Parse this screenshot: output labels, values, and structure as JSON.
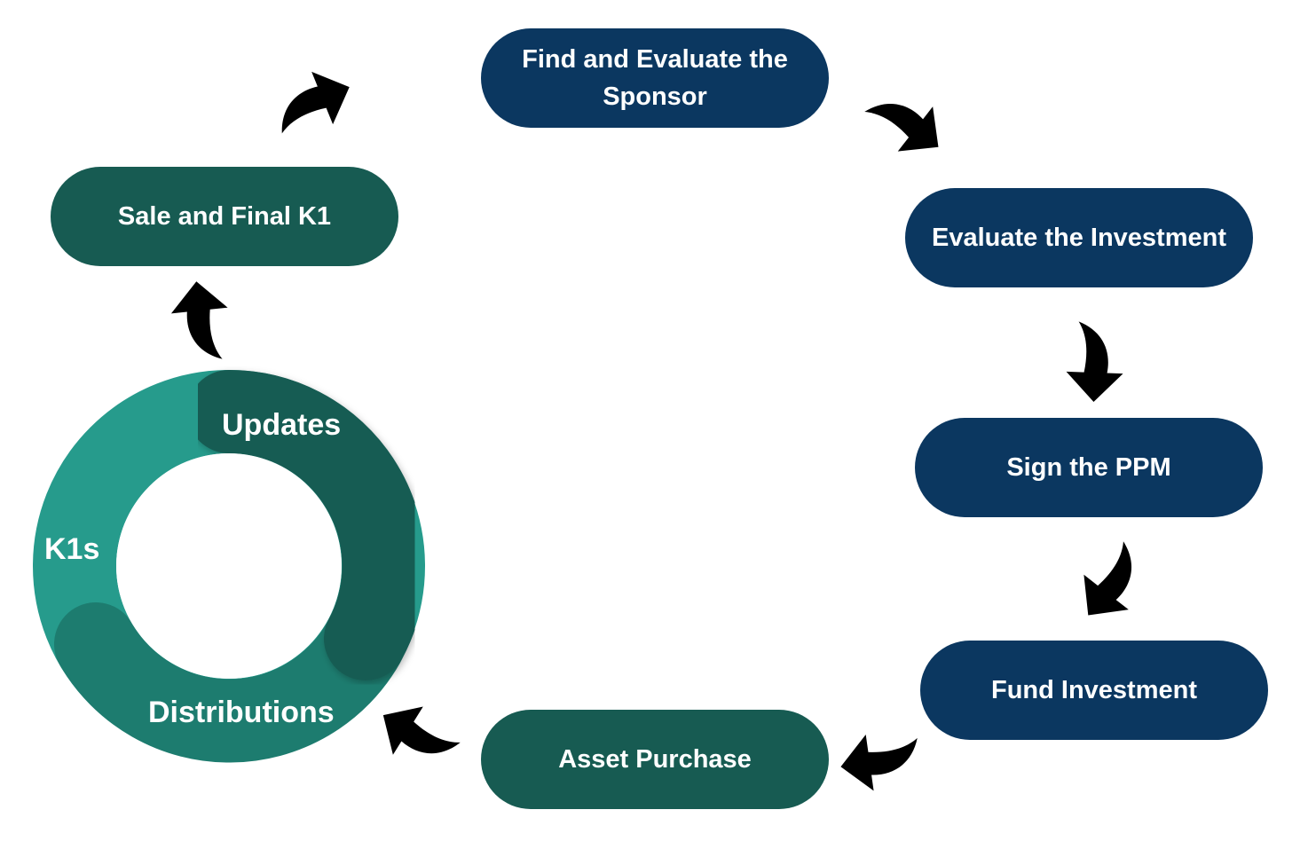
{
  "colors": {
    "navy": "#0b3760",
    "dark_green": "#175b52",
    "mid_green": "#1d7c6f",
    "teal": "#269b8c",
    "arrow": "#000000"
  },
  "steps": {
    "find_sponsor": "Find and Evaluate the Sponsor",
    "evaluate_investment": "Evaluate the Investment",
    "sign_ppm": "Sign the PPM",
    "fund_investment": "Fund Investment",
    "asset_purchase": "Asset Purchase",
    "sale_final_k1": "Sale and Final K1"
  },
  "cycle": {
    "updates": "Updates",
    "distributions": "Distributions",
    "k1s": "K1s"
  },
  "icons": [
    "curved-arrow-icon"
  ]
}
